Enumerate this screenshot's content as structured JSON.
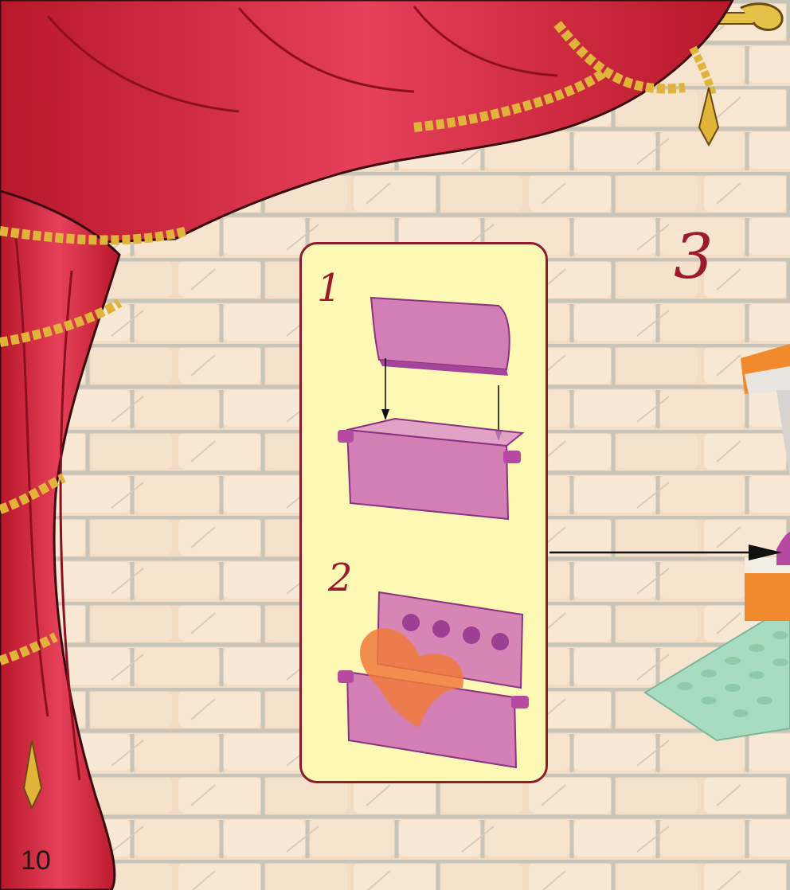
{
  "page": {
    "number": "10",
    "step_number": "3"
  },
  "callout": {
    "substeps": [
      "1",
      "2"
    ]
  },
  "colors": {
    "wall": "#f2dcc3",
    "mortar": "#c9c4b8",
    "curtain": "#d2283a",
    "rope": "#e0b33a",
    "callout_fill": "#fdf8b4",
    "callout_border": "#8e1d2c",
    "step_text": "#9b1b2c",
    "chest": "#c85fb5",
    "plate": "#a8dcc0",
    "orange": "#f08a2c"
  }
}
